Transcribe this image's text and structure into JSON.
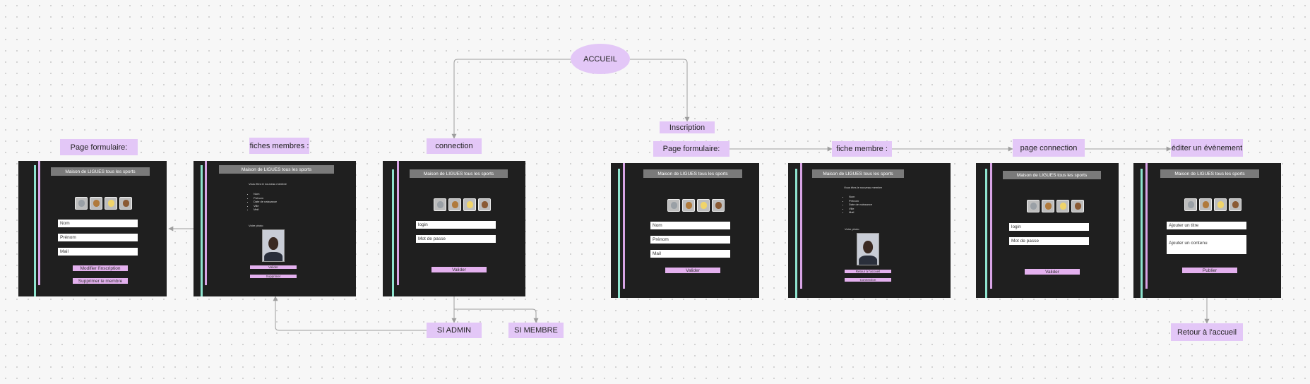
{
  "nodes": {
    "accueil": "ACCUEIL",
    "inscription": "Inscription",
    "left_page_formulaire": "Page formulaire:",
    "left_fiches_membres": "fiches membres :",
    "left_connection": "connection",
    "si_admin": "SI ADMIN",
    "si_membre": "SI MEMBRE",
    "right_page_formulaire": "Page formulaire:",
    "right_fiche_membre": "fiche membre :",
    "right_page_connection": "page connection",
    "right_editer": "éditer un évènement",
    "retour": "Retour à l'accueil"
  },
  "screens": {
    "site_title": "Maison de LIGUES tous les sports",
    "logo_icons": [
      "club-crest-icon",
      "lion-crest-icon",
      "yellow-crest-icon",
      "brown-crest-icon"
    ],
    "logo_colors": [
      "#9aa0a6",
      "#b07a3c",
      "#f0d46a",
      "#8a5a34"
    ],
    "field_nom": "Nom",
    "field_prenom": "Prénom",
    "field_mail": "Mail",
    "field_login": "login",
    "field_mdp": "Mot de passe",
    "field_ajouter_titre": "Ajouter un titre",
    "field_ajouter_contenu": "Ajouter un contenu",
    "btn_modifier": "Modifier l'inscription",
    "btn_supprimer": "Supprimer le membre",
    "btn_valider": "Valider",
    "btn_publier": "Publier",
    "fiche_admin": {
      "intro": "Vous êtes le nouveau membre",
      "items": [
        "Nom",
        "Prénom",
        "Date de naissance",
        "Ville",
        "Mail"
      ],
      "photo_label": "Votre photo",
      "btn1": "Valider",
      "btn2": "Supprimer"
    },
    "fiche_membre": {
      "intro": "Vous êtes le nouveau membre",
      "items": [
        "Nom",
        "Prénom",
        "Date de naissance",
        "Ville",
        "Mail"
      ],
      "photo_label": "Votre photo",
      "btn1": "Retour à l'accueil",
      "btn2": "Connection"
    }
  },
  "colors": {
    "label_bg": "#e3c7f7",
    "frame_bg": "#1f1f1f",
    "accent_green": "#8ee4cf",
    "accent_purple": "#d8a4e6",
    "button_bg": "#e3b0ee",
    "connector": "#9e9e9e"
  }
}
